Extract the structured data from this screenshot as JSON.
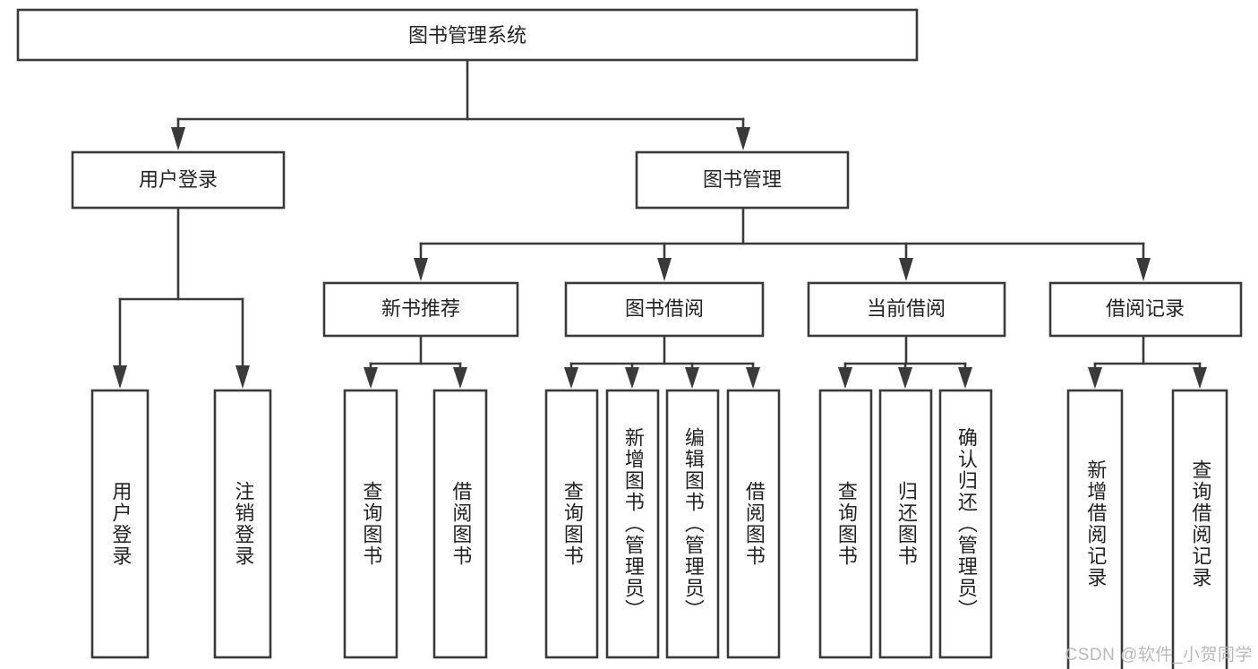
{
  "diagram": {
    "type": "tree-hierarchy",
    "title": "图书管理系统",
    "watermark": "CSDN @软件_小贺同学",
    "colors": {
      "background": "#ffffff",
      "box_fill": "#ffffff",
      "box_stroke": "#3a3a3a",
      "text": "#222222",
      "watermark": "#b9b9b9"
    },
    "levels": {
      "level1": [
        {
          "id": "root",
          "label": "图书管理系统",
          "orientation": "horizontal"
        }
      ],
      "level2": [
        {
          "id": "user-login",
          "label": "用户登录",
          "orientation": "horizontal"
        },
        {
          "id": "book-management",
          "label": "图书管理",
          "orientation": "horizontal"
        }
      ],
      "level3": [
        {
          "id": "new-book-recommend",
          "label": "新书推荐",
          "orientation": "horizontal",
          "parent": "book-management"
        },
        {
          "id": "book-borrow",
          "label": "图书借阅",
          "orientation": "horizontal",
          "parent": "book-management"
        },
        {
          "id": "current-borrow",
          "label": "当前借阅",
          "orientation": "horizontal",
          "parent": "book-management"
        },
        {
          "id": "borrow-record",
          "label": "借阅记录",
          "orientation": "horizontal",
          "parent": "book-management"
        }
      ],
      "level4": [
        {
          "id": "leaf-user-login",
          "label": "用户登录",
          "orientation": "vertical",
          "parent": "user-login"
        },
        {
          "id": "leaf-logout-login",
          "label": "注销登录",
          "orientation": "vertical",
          "parent": "user-login"
        },
        {
          "id": "leaf-query-book-1",
          "label": "查询图书",
          "orientation": "vertical",
          "parent": "new-book-recommend"
        },
        {
          "id": "leaf-borrow-book-1",
          "label": "借阅图书",
          "orientation": "vertical",
          "parent": "new-book-recommend"
        },
        {
          "id": "leaf-query-book-2",
          "label": "查询图书",
          "orientation": "vertical",
          "parent": "book-borrow"
        },
        {
          "id": "leaf-add-book",
          "label": "新增图书（管理员）",
          "orientation": "vertical",
          "parent": "book-borrow"
        },
        {
          "id": "leaf-edit-book",
          "label": "编辑图书（管理员）",
          "orientation": "vertical",
          "parent": "book-borrow"
        },
        {
          "id": "leaf-borrow-book-2",
          "label": "借阅图书",
          "orientation": "vertical",
          "parent": "book-borrow"
        },
        {
          "id": "leaf-query-book-3",
          "label": "查询图书",
          "orientation": "vertical",
          "parent": "current-borrow"
        },
        {
          "id": "leaf-return-book",
          "label": "归还图书",
          "orientation": "vertical",
          "parent": "current-borrow"
        },
        {
          "id": "leaf-confirm-return",
          "label": "确认归还（管理员）",
          "orientation": "vertical",
          "parent": "current-borrow"
        },
        {
          "id": "leaf-add-record",
          "label": "新增借阅记录",
          "orientation": "vertical",
          "parent": "borrow-record"
        },
        {
          "id": "leaf-query-record",
          "label": "查询借阅记录",
          "orientation": "vertical",
          "parent": "borrow-record"
        }
      ]
    }
  }
}
